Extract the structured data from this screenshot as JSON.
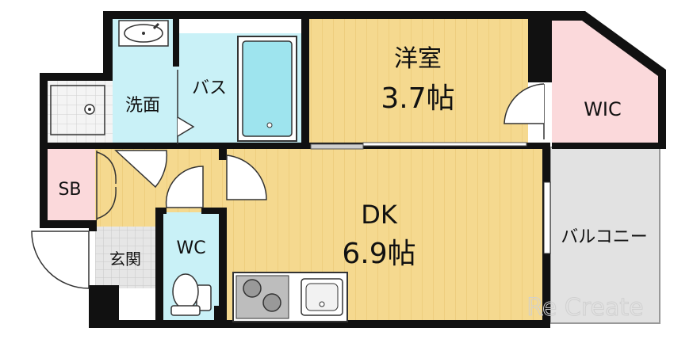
{
  "rooms": {
    "western_room": {
      "name": "洋室",
      "size": "3.7帖"
    },
    "dining_kitchen": {
      "name": "DK",
      "size": "6.9帖"
    },
    "walk_in_closet": {
      "name": "WIC"
    },
    "balcony": {
      "name": "バルコニー"
    },
    "washroom": {
      "name": "洗面"
    },
    "bath": {
      "name": "バス"
    },
    "shoe_box": {
      "name": "SB"
    },
    "toilet": {
      "name": "WC"
    },
    "entrance": {
      "name": "玄関"
    }
  },
  "watermark": "Re Create",
  "colors": {
    "wall": "#111111",
    "wood_floor": "#f5d98f",
    "wood_line": "#e6c46e",
    "wet_area": "#c9f1f7",
    "closet": "#fbd9db",
    "balcony": "#e0e0e0",
    "entrance_tile": "#dcdcdc"
  }
}
